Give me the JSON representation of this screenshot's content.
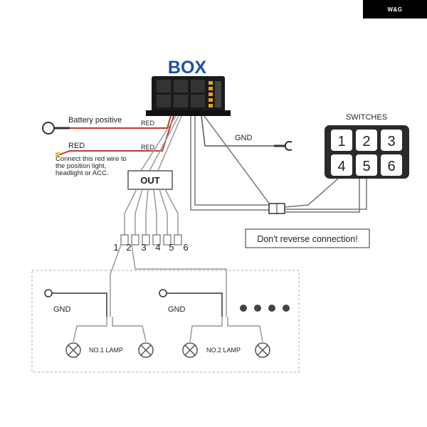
{
  "brand": {
    "text": "W&G"
  },
  "box": {
    "title": "BOX"
  },
  "wires": {
    "battery_positive": "Battery positive",
    "red_top": "RED",
    "red_label": "RED",
    "red_bottom": "RED",
    "note_lines": [
      "Connect this red wire to",
      "the position light,",
      "headlight or ACC."
    ],
    "gnd": "GND"
  },
  "out": {
    "label": "OUT",
    "numbers": [
      "1",
      "2",
      "3",
      "4",
      "5",
      "6"
    ]
  },
  "switches": {
    "title": "SWITCHES",
    "buttons": [
      "1",
      "2",
      "3",
      "4",
      "5",
      "6"
    ]
  },
  "warning": "Don't reverse connection!",
  "lamps": {
    "gnd_left": "GND",
    "gnd_right": "GND",
    "lamp1": "NO.1  LAMP",
    "lamp2": "NO.2  LAMP"
  },
  "colors": {
    "accent_blue": "#1f4fa8",
    "red_wire": "#c0392b",
    "dark": "#1a1a1a",
    "keypad": "#2a2a2a"
  }
}
